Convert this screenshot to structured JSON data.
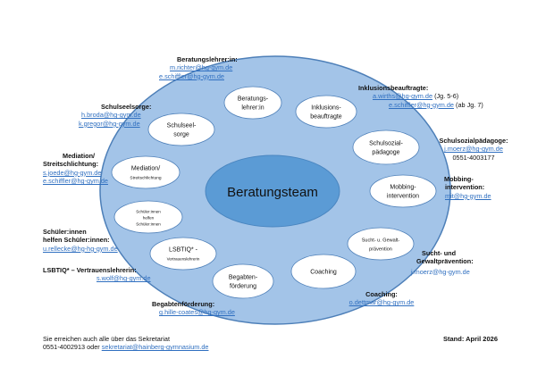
{
  "center": {
    "label": "Beratungsteam"
  },
  "colors": {
    "outer_fill": "#a3c4e8",
    "outer_stroke": "#4d7fb8",
    "center_fill": "#5b9bd5",
    "node_fill": "#ffffff",
    "link": "#2f6fc0"
  },
  "nodes": [
    {
      "id": "beratungslehrer",
      "lines": [
        "Beratungs-",
        "lehrer:in"
      ]
    },
    {
      "id": "inklusion",
      "lines": [
        "Inklusions-",
        "beauftragte"
      ]
    },
    {
      "id": "schulsozial",
      "lines": [
        "Schulsozial-",
        "pädagoge"
      ]
    },
    {
      "id": "mobbing",
      "lines": [
        "Mobbing-",
        "intervention"
      ]
    },
    {
      "id": "sucht",
      "lines": [
        "Sucht- u. Gewalt-",
        "prävention"
      ]
    },
    {
      "id": "coaching",
      "lines": [
        "Coaching"
      ]
    },
    {
      "id": "begabten",
      "lines": [
        "Begabten-",
        "förderung"
      ]
    },
    {
      "id": "lsbtiq",
      "lines": [
        "LSBTIQ* -",
        "Vertrauenslehrerin"
      ]
    },
    {
      "id": "schueler",
      "lines": [
        "Schüler:innen",
        "helfen",
        "Schüler:innen"
      ]
    },
    {
      "id": "mediation",
      "lines": [
        "Mediation/",
        "Streitschlichtung"
      ]
    },
    {
      "id": "seelsorge",
      "lines": [
        "Schulseel-",
        "sorge"
      ]
    }
  ],
  "contacts": {
    "beratungslehrer": {
      "title": "Beratungslehrer:in:",
      "emails": [
        "m.richter@hg-gym.de",
        "e.schiffler@hg-gym.de"
      ]
    },
    "inklusion": {
      "title": "Inklusionsbeauftragte:",
      "emails": [
        "a.wirths@hg-gym.de",
        "e.schiffler@hg-gym.de"
      ],
      "notes": [
        "(Jg. 5-6)",
        "(ab Jg. 7)"
      ]
    },
    "schulsozial": {
      "title": "Schulsozialpädagoge:",
      "emails": [
        "j.moerz@hg-gym.de"
      ],
      "phone": "0551-4003177"
    },
    "mobbing": {
      "title_lines": [
        "Mobbing-",
        "intervention:"
      ],
      "emails": [
        "mit@hg-gym.de"
      ]
    },
    "sucht": {
      "title_lines": [
        "Sucht- und",
        "Gewaltprävention:"
      ],
      "emails": [
        "j.moerz@hg-gym.de"
      ]
    },
    "coaching": {
      "title": "Coaching:",
      "emails": [
        "o.dettmar@hg-gym.de"
      ]
    },
    "begabten": {
      "title": "Begabtenförderung:",
      "emails": [
        "g.hille-coates@hg-gym.de"
      ]
    },
    "lsbtiq": {
      "title": "LSBTIQ* – Vertrauenslehrerin:",
      "emails": [
        "s.wolf@hg-gym.de"
      ]
    },
    "schueler": {
      "title_lines": [
        "Schüler:innen",
        "helfen Schüler:innen:"
      ],
      "emails": [
        "u.rellecke@hg-hg-gym.de"
      ]
    },
    "mediation": {
      "title_lines": [
        "Mediation/",
        "Streitschlichtung:"
      ],
      "emails": [
        "s.joede@hg-gym.de",
        "e.schiffler@hg-gym.de"
      ]
    },
    "seelsorge": {
      "title": "Schulseelsorge:",
      "emails": [
        "h.broda@hg-gym.de",
        "k.gregor@hg-gym.de"
      ]
    }
  },
  "footer": {
    "line1": "Sie erreichen auch alle über das Sekretariat",
    "phone_prefix": "0551-4002913 oder",
    "email": "sekretariat@hainberg-gymnasium.de",
    "stand": "Stand: April 2026"
  }
}
